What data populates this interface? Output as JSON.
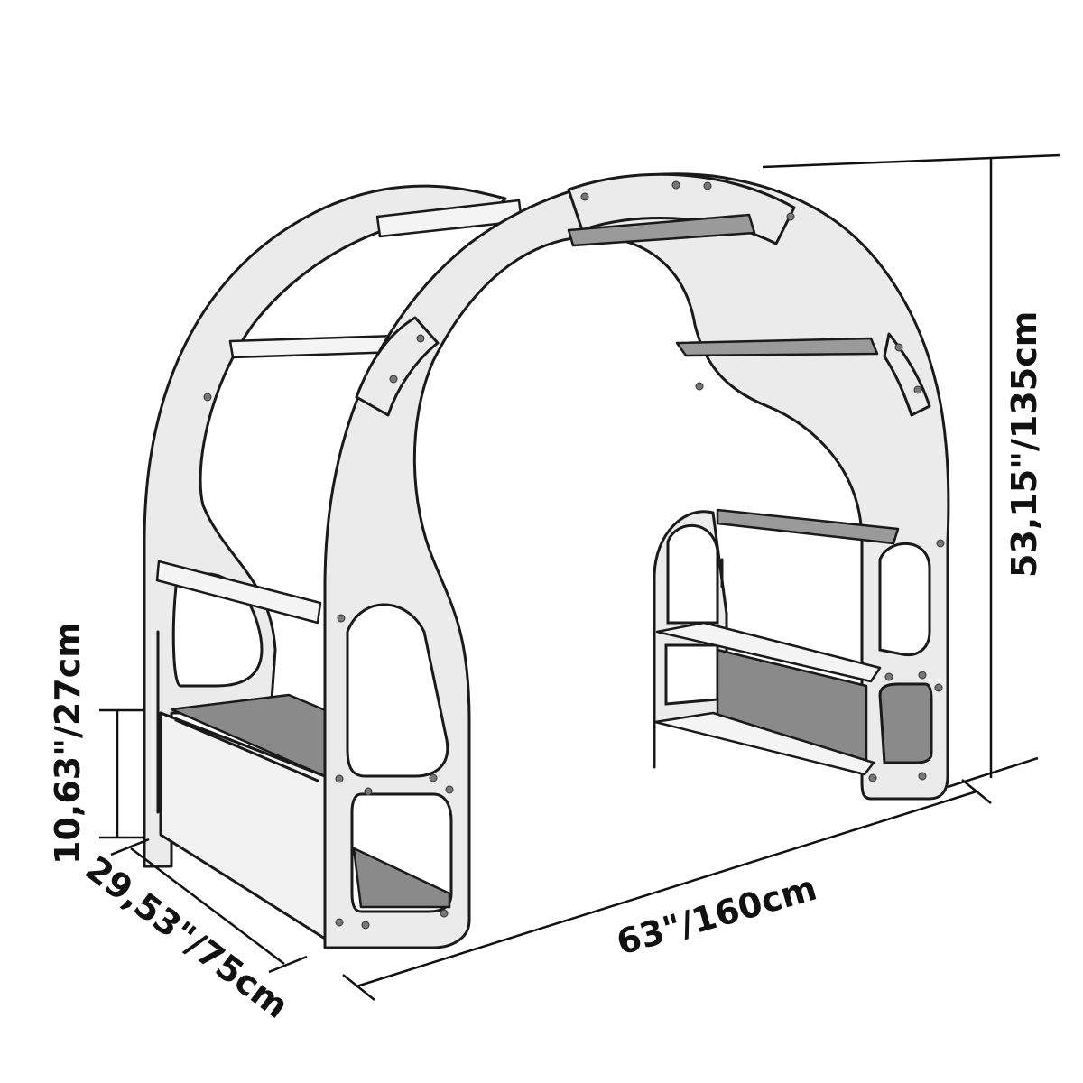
{
  "dimensions": {
    "height": "53,15\"/135cm",
    "width": "63\"/160cm",
    "depth": "29,53\"/75cm",
    "seat_height": "10,63\"/27cm"
  }
}
